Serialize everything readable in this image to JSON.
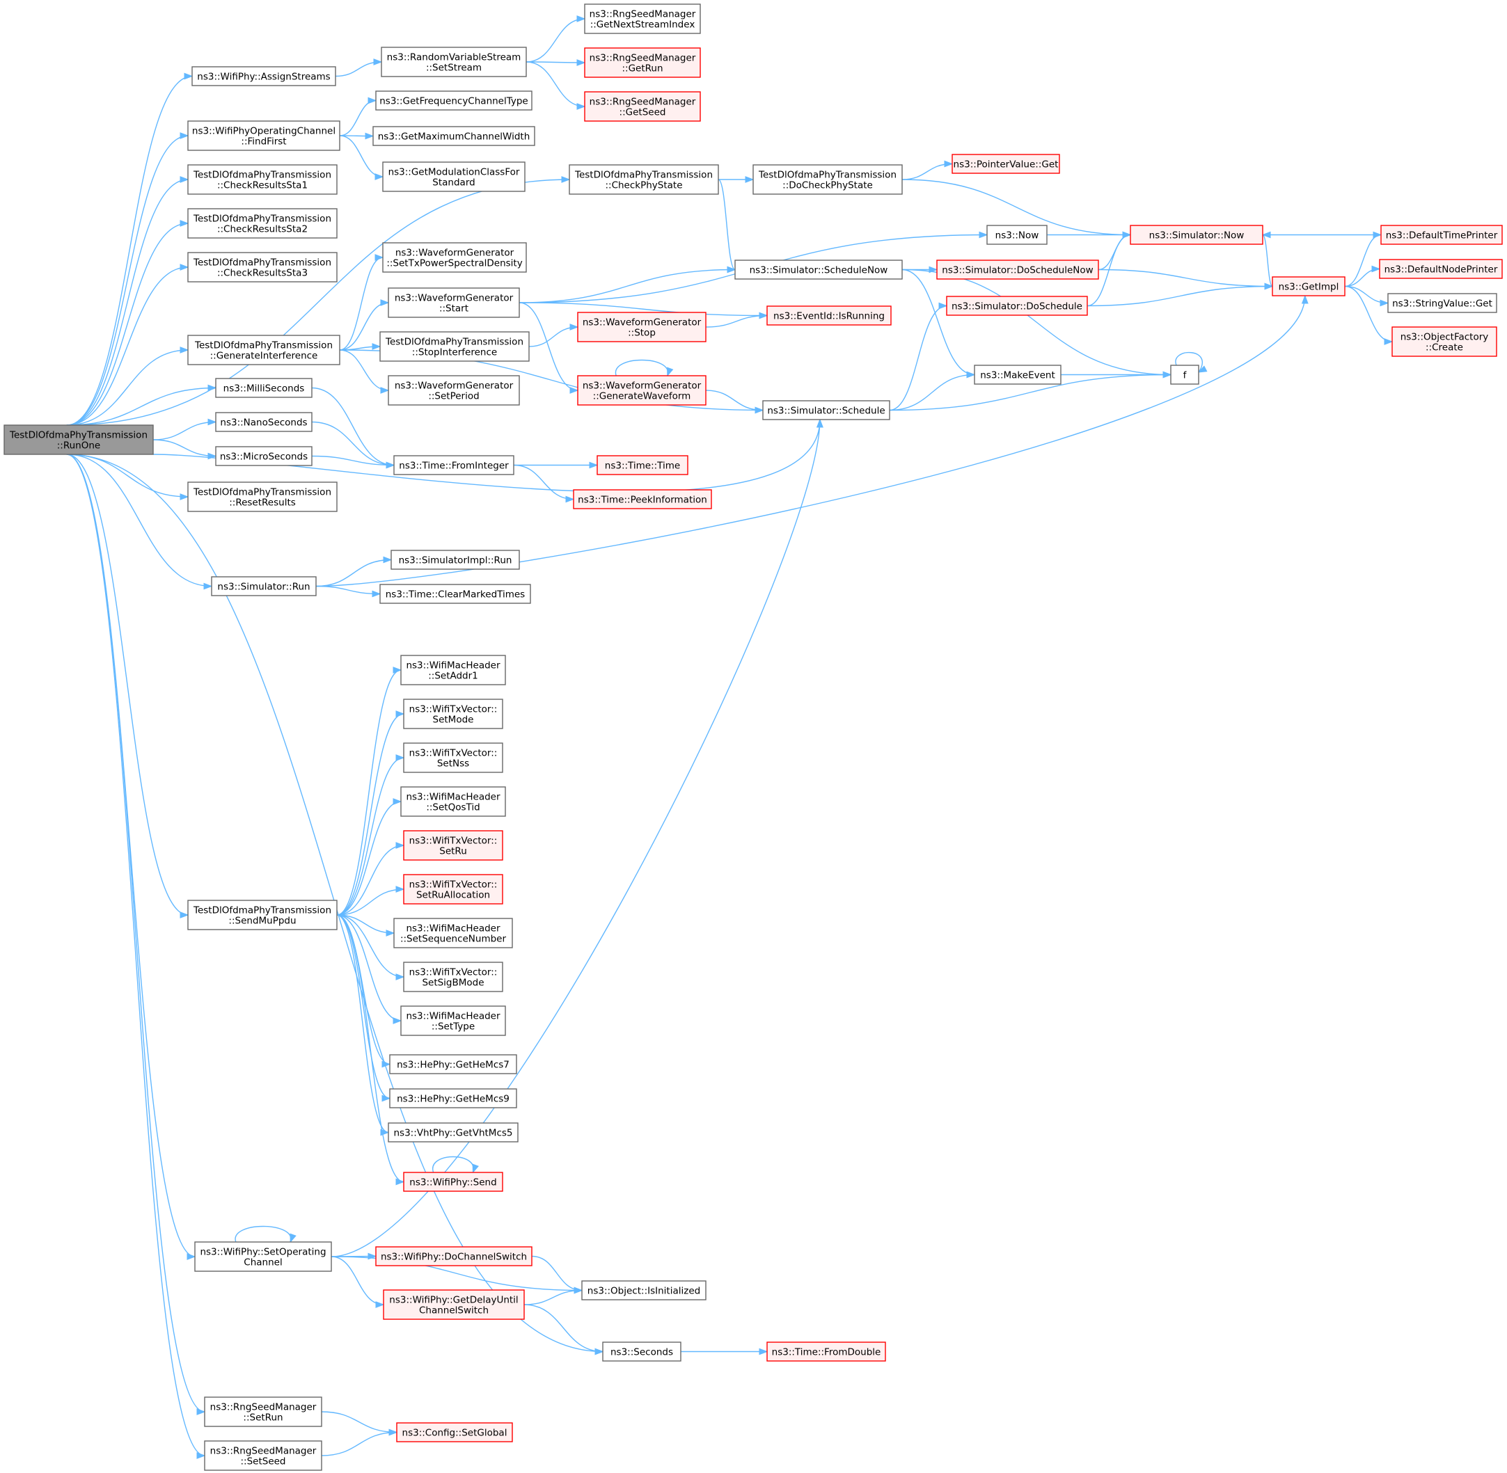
{
  "diagram": {
    "kind": "call-graph",
    "colors": {
      "edge": "#63b8ff",
      "node_border": "#666666",
      "node_fill": "#ffffff",
      "root_fill": "#999999",
      "truncated_border": "#ff0000",
      "truncated_fill": "#fff0f0"
    },
    "nodes": [
      {
        "id": "root",
        "lines": [
          "TestDlOfdmaPhyTransmission",
          "::RunOne"
        ],
        "style": "root"
      },
      {
        "id": "assign",
        "lines": [
          "ns3::WifiPhy::AssignStreams"
        ],
        "style": "normal"
      },
      {
        "id": "findfirst",
        "lines": [
          "ns3::WifiPhyOperatingChannel",
          "::FindFirst"
        ],
        "style": "normal"
      },
      {
        "id": "crs1",
        "lines": [
          "TestDlOfdmaPhyTransmission",
          "::CheckResultsSta1"
        ],
        "style": "normal"
      },
      {
        "id": "crs2",
        "lines": [
          "TestDlOfdmaPhyTransmission",
          "::CheckResultsSta2"
        ],
        "style": "normal"
      },
      {
        "id": "crs3",
        "lines": [
          "TestDlOfdmaPhyTransmission",
          "::CheckResultsSta3"
        ],
        "style": "normal"
      },
      {
        "id": "geninterf",
        "lines": [
          "TestDlOfdmaPhyTransmission",
          "::GenerateInterference"
        ],
        "style": "normal"
      },
      {
        "id": "millis",
        "lines": [
          "ns3::MilliSeconds"
        ],
        "style": "normal"
      },
      {
        "id": "nanos",
        "lines": [
          "ns3::NanoSeconds"
        ],
        "style": "normal"
      },
      {
        "id": "micros",
        "lines": [
          "ns3::MicroSeconds"
        ],
        "style": "normal"
      },
      {
        "id": "resetres",
        "lines": [
          "TestDlOfdmaPhyTransmission",
          "::ResetResults"
        ],
        "style": "normal"
      },
      {
        "id": "simrun",
        "lines": [
          "ns3::Simulator::Run"
        ],
        "style": "normal"
      },
      {
        "id": "sendmu",
        "lines": [
          "TestDlOfdmaPhyTransmission",
          "::SendMuPpdu"
        ],
        "style": "normal"
      },
      {
        "id": "setopch",
        "lines": [
          "ns3::WifiPhy::SetOperating",
          "Channel"
        ],
        "style": "normal"
      },
      {
        "id": "setrun",
        "lines": [
          "ns3::RngSeedManager",
          "::SetRun"
        ],
        "style": "normal"
      },
      {
        "id": "setseed",
        "lines": [
          "ns3::RngSeedManager",
          "::SetSeed"
        ],
        "style": "normal"
      },
      {
        "id": "rvsetstream",
        "lines": [
          "ns3::RandomVariableStream",
          "::SetStream"
        ],
        "style": "normal"
      },
      {
        "id": "getfreq",
        "lines": [
          "ns3::GetFrequencyChannelType"
        ],
        "style": "normal"
      },
      {
        "id": "getmaxcw",
        "lines": [
          "ns3::GetMaximumChannelWidth"
        ],
        "style": "normal"
      },
      {
        "id": "getmod",
        "lines": [
          "ns3::GetModulationClassFor",
          "Standard"
        ],
        "style": "normal"
      },
      {
        "id": "wgsettx",
        "lines": [
          "ns3::WaveformGenerator",
          "::SetTxPowerSpectralDensity"
        ],
        "style": "normal"
      },
      {
        "id": "wgstart",
        "lines": [
          "ns3::WaveformGenerator",
          "::Start"
        ],
        "style": "normal"
      },
      {
        "id": "stopinterf",
        "lines": [
          "TestDlOfdmaPhyTransmission",
          "::StopInterference"
        ],
        "style": "normal"
      },
      {
        "id": "wgsetperiod",
        "lines": [
          "ns3::WaveformGenerator",
          "::SetPeriod"
        ],
        "style": "normal"
      },
      {
        "id": "frominteger",
        "lines": [
          "ns3::Time::FromInteger"
        ],
        "style": "normal"
      },
      {
        "id": "simimplrun",
        "lines": [
          "ns3::SimulatorImpl::Run"
        ],
        "style": "normal"
      },
      {
        "id": "clearmarked",
        "lines": [
          "ns3::Time::ClearMarkedTimes"
        ],
        "style": "normal"
      },
      {
        "id": "setaddr1",
        "lines": [
          "ns3::WifiMacHeader",
          "::SetAddr1"
        ],
        "style": "normal"
      },
      {
        "id": "setmode",
        "lines": [
          "ns3::WifiTxVector::",
          "SetMode"
        ],
        "style": "normal"
      },
      {
        "id": "setnss",
        "lines": [
          "ns3::WifiTxVector::",
          "SetNss"
        ],
        "style": "normal"
      },
      {
        "id": "setqos",
        "lines": [
          "ns3::WifiMacHeader",
          "::SetQosTid"
        ],
        "style": "normal"
      },
      {
        "id": "setru",
        "lines": [
          "ns3::WifiTxVector::",
          "SetRu"
        ],
        "style": "red"
      },
      {
        "id": "setrualloc",
        "lines": [
          "ns3::WifiTxVector::",
          "SetRuAllocation"
        ],
        "style": "red"
      },
      {
        "id": "setseq",
        "lines": [
          "ns3::WifiMacHeader",
          "::SetSequenceNumber"
        ],
        "style": "normal"
      },
      {
        "id": "setsigb",
        "lines": [
          "ns3::WifiTxVector::",
          "SetSigBMode"
        ],
        "style": "normal"
      },
      {
        "id": "settype",
        "lines": [
          "ns3::WifiMacHeader",
          "::SetType"
        ],
        "style": "normal"
      },
      {
        "id": "hemcs7",
        "lines": [
          "ns3::HePhy::GetHeMcs7"
        ],
        "style": "normal"
      },
      {
        "id": "hemcs9",
        "lines": [
          "ns3::HePhy::GetHeMcs9"
        ],
        "style": "normal"
      },
      {
        "id": "vhtmcs5",
        "lines": [
          "ns3::VhtPhy::GetVhtMcs5"
        ],
        "style": "normal"
      },
      {
        "id": "wifisend",
        "lines": [
          "ns3::WifiPhy::Send"
        ],
        "style": "red"
      },
      {
        "id": "dochsw",
        "lines": [
          "ns3::WifiPhy::DoChannelSwitch"
        ],
        "style": "red"
      },
      {
        "id": "getdelay",
        "lines": [
          "ns3::WifiPhy::GetDelayUntil",
          "ChannelSwitch"
        ],
        "style": "red"
      },
      {
        "id": "objinit",
        "lines": [
          "ns3::Object::IsInitialized"
        ],
        "style": "normal"
      },
      {
        "id": "seconds",
        "lines": [
          "ns3::Seconds"
        ],
        "style": "normal"
      },
      {
        "id": "cfgsetglobal",
        "lines": [
          "ns3::Config::SetGlobal"
        ],
        "style": "red"
      },
      {
        "id": "getnextstream",
        "lines": [
          "ns3::RngSeedManager",
          "::GetNextStreamIndex"
        ],
        "style": "normal"
      },
      {
        "id": "getrun",
        "lines": [
          "ns3::RngSeedManager",
          "::GetRun"
        ],
        "style": "red"
      },
      {
        "id": "getseed",
        "lines": [
          "ns3::RngSeedManager",
          "::GetSeed"
        ],
        "style": "red"
      },
      {
        "id": "checkphy",
        "lines": [
          "TestDlOfdmaPhyTransmission",
          "::CheckPhyState"
        ],
        "style": "normal"
      },
      {
        "id": "wgstop",
        "lines": [
          "ns3::WaveformGenerator",
          "::Stop"
        ],
        "style": "red"
      },
      {
        "id": "wggenwave",
        "lines": [
          "ns3::WaveformGenerator",
          "::GenerateWaveform"
        ],
        "style": "red"
      },
      {
        "id": "timetime",
        "lines": [
          "ns3::Time::Time"
        ],
        "style": "red"
      },
      {
        "id": "peekinfo",
        "lines": [
          "ns3::Time::PeekInformation"
        ],
        "style": "red"
      },
      {
        "id": "fromdouble",
        "lines": [
          "ns3::Time::FromDouble"
        ],
        "style": "red"
      },
      {
        "id": "docheckphy",
        "lines": [
          "TestDlOfdmaPhyTransmission",
          "::DoCheckPhyState"
        ],
        "style": "normal"
      },
      {
        "id": "schednow",
        "lines": [
          "ns3::Simulator::ScheduleNow"
        ],
        "style": "normal"
      },
      {
        "id": "sched",
        "lines": [
          "ns3::Simulator::Schedule"
        ],
        "style": "normal"
      },
      {
        "id": "nsnow",
        "lines": [
          "ns3::Now"
        ],
        "style": "normal"
      },
      {
        "id": "makeevent",
        "lines": [
          "ns3::MakeEvent"
        ],
        "style": "normal"
      },
      {
        "id": "ptrget",
        "lines": [
          "ns3::PointerValue::Get"
        ],
        "style": "red"
      },
      {
        "id": "simnow",
        "lines": [
          "ns3::Simulator::Now"
        ],
        "style": "red"
      },
      {
        "id": "doschednow",
        "lines": [
          "ns3::Simulator::DoScheduleNow"
        ],
        "style": "red"
      },
      {
        "id": "dosched",
        "lines": [
          "ns3::Simulator::DoSchedule"
        ],
        "style": "red"
      },
      {
        "id": "isrunning",
        "lines": [
          "ns3::EventId::IsRunning"
        ],
        "style": "red"
      },
      {
        "id": "f",
        "lines": [
          "f"
        ],
        "style": "normal"
      },
      {
        "id": "getimpl",
        "lines": [
          "ns3::GetImpl"
        ],
        "style": "red"
      },
      {
        "id": "deftimeprinter",
        "lines": [
          "ns3::DefaultTimePrinter"
        ],
        "style": "red"
      },
      {
        "id": "defnodeprinter",
        "lines": [
          "ns3::DefaultNodePrinter"
        ],
        "style": "red"
      },
      {
        "id": "strvalget",
        "lines": [
          "ns3::StringValue::Get"
        ],
        "style": "normal"
      },
      {
        "id": "objfactcreate",
        "lines": [
          "ns3::ObjectFactory",
          "::Create"
        ],
        "style": "red"
      }
    ],
    "edges": [
      [
        "root",
        "assign"
      ],
      [
        "root",
        "findfirst"
      ],
      [
        "root",
        "crs1"
      ],
      [
        "root",
        "crs2"
      ],
      [
        "root",
        "crs3"
      ],
      [
        "root",
        "checkphy"
      ],
      [
        "root",
        "geninterf"
      ],
      [
        "root",
        "millis"
      ],
      [
        "root",
        "nanos"
      ],
      [
        "root",
        "micros"
      ],
      [
        "root",
        "resetres"
      ],
      [
        "root",
        "sched"
      ],
      [
        "root",
        "simrun"
      ],
      [
        "root",
        "sendmu"
      ],
      [
        "root",
        "setopch"
      ],
      [
        "root",
        "seconds"
      ],
      [
        "root",
        "setrun"
      ],
      [
        "root",
        "setseed"
      ],
      [
        "assign",
        "rvsetstream"
      ],
      [
        "rvsetstream",
        "getnextstream"
      ],
      [
        "rvsetstream",
        "getrun"
      ],
      [
        "rvsetstream",
        "getseed"
      ],
      [
        "findfirst",
        "getfreq"
      ],
      [
        "findfirst",
        "getmaxcw"
      ],
      [
        "findfirst",
        "getmod"
      ],
      [
        "checkphy",
        "docheckphy"
      ],
      [
        "checkphy",
        "schednow"
      ],
      [
        "docheckphy",
        "ptrget"
      ],
      [
        "docheckphy",
        "simnow"
      ],
      [
        "geninterf",
        "wgsettx"
      ],
      [
        "geninterf",
        "wgstart"
      ],
      [
        "geninterf",
        "stopinterf"
      ],
      [
        "geninterf",
        "wgsetperiod"
      ],
      [
        "geninterf",
        "sched"
      ],
      [
        "wgstart",
        "nsnow"
      ],
      [
        "wgstart",
        "schednow"
      ],
      [
        "wgstart",
        "isrunning"
      ],
      [
        "wgstart",
        "wggenwave"
      ],
      [
        "stopinterf",
        "wgstop"
      ],
      [
        "wgstop",
        "isrunning"
      ],
      [
        "wggenwave",
        "wggenwave"
      ],
      [
        "wggenwave",
        "sched"
      ],
      [
        "nsnow",
        "simnow"
      ],
      [
        "schednow",
        "doschednow"
      ],
      [
        "schednow",
        "makeevent"
      ],
      [
        "schednow",
        "f"
      ],
      [
        "doschednow",
        "simnow"
      ],
      [
        "doschednow",
        "getimpl"
      ],
      [
        "sched",
        "dosched"
      ],
      [
        "sched",
        "makeevent"
      ],
      [
        "sched",
        "f"
      ],
      [
        "dosched",
        "simnow"
      ],
      [
        "dosched",
        "getimpl"
      ],
      [
        "makeevent",
        "f"
      ],
      [
        "f",
        "f"
      ],
      [
        "simnow",
        "getimpl"
      ],
      [
        "deftimeprinter",
        "simnow"
      ],
      [
        "getimpl",
        "deftimeprinter"
      ],
      [
        "getimpl",
        "defnodeprinter"
      ],
      [
        "getimpl",
        "strvalget"
      ],
      [
        "getimpl",
        "objfactcreate"
      ],
      [
        "millis",
        "frominteger"
      ],
      [
        "nanos",
        "frominteger"
      ],
      [
        "micros",
        "frominteger"
      ],
      [
        "frominteger",
        "timetime"
      ],
      [
        "frominteger",
        "peekinfo"
      ],
      [
        "simrun",
        "simimplrun"
      ],
      [
        "simrun",
        "clearmarked"
      ],
      [
        "simrun",
        "getimpl"
      ],
      [
        "sendmu",
        "setaddr1"
      ],
      [
        "sendmu",
        "setmode"
      ],
      [
        "sendmu",
        "setnss"
      ],
      [
        "sendmu",
        "setqos"
      ],
      [
        "sendmu",
        "setru"
      ],
      [
        "sendmu",
        "setrualloc"
      ],
      [
        "sendmu",
        "setseq"
      ],
      [
        "sendmu",
        "setsigb"
      ],
      [
        "sendmu",
        "settype"
      ],
      [
        "sendmu",
        "hemcs7"
      ],
      [
        "sendmu",
        "hemcs9"
      ],
      [
        "sendmu",
        "vhtmcs5"
      ],
      [
        "sendmu",
        "wifisend"
      ],
      [
        "wifisend",
        "wifisend"
      ],
      [
        "setopch",
        "setopch"
      ],
      [
        "setopch",
        "sched"
      ],
      [
        "setopch",
        "dochsw"
      ],
      [
        "setopch",
        "objinit"
      ],
      [
        "setopch",
        "getdelay"
      ],
      [
        "dochsw",
        "objinit"
      ],
      [
        "getdelay",
        "objinit"
      ],
      [
        "getdelay",
        "seconds"
      ],
      [
        "seconds",
        "fromdouble"
      ],
      [
        "setrun",
        "cfgsetglobal"
      ],
      [
        "setseed",
        "cfgsetglobal"
      ]
    ]
  }
}
